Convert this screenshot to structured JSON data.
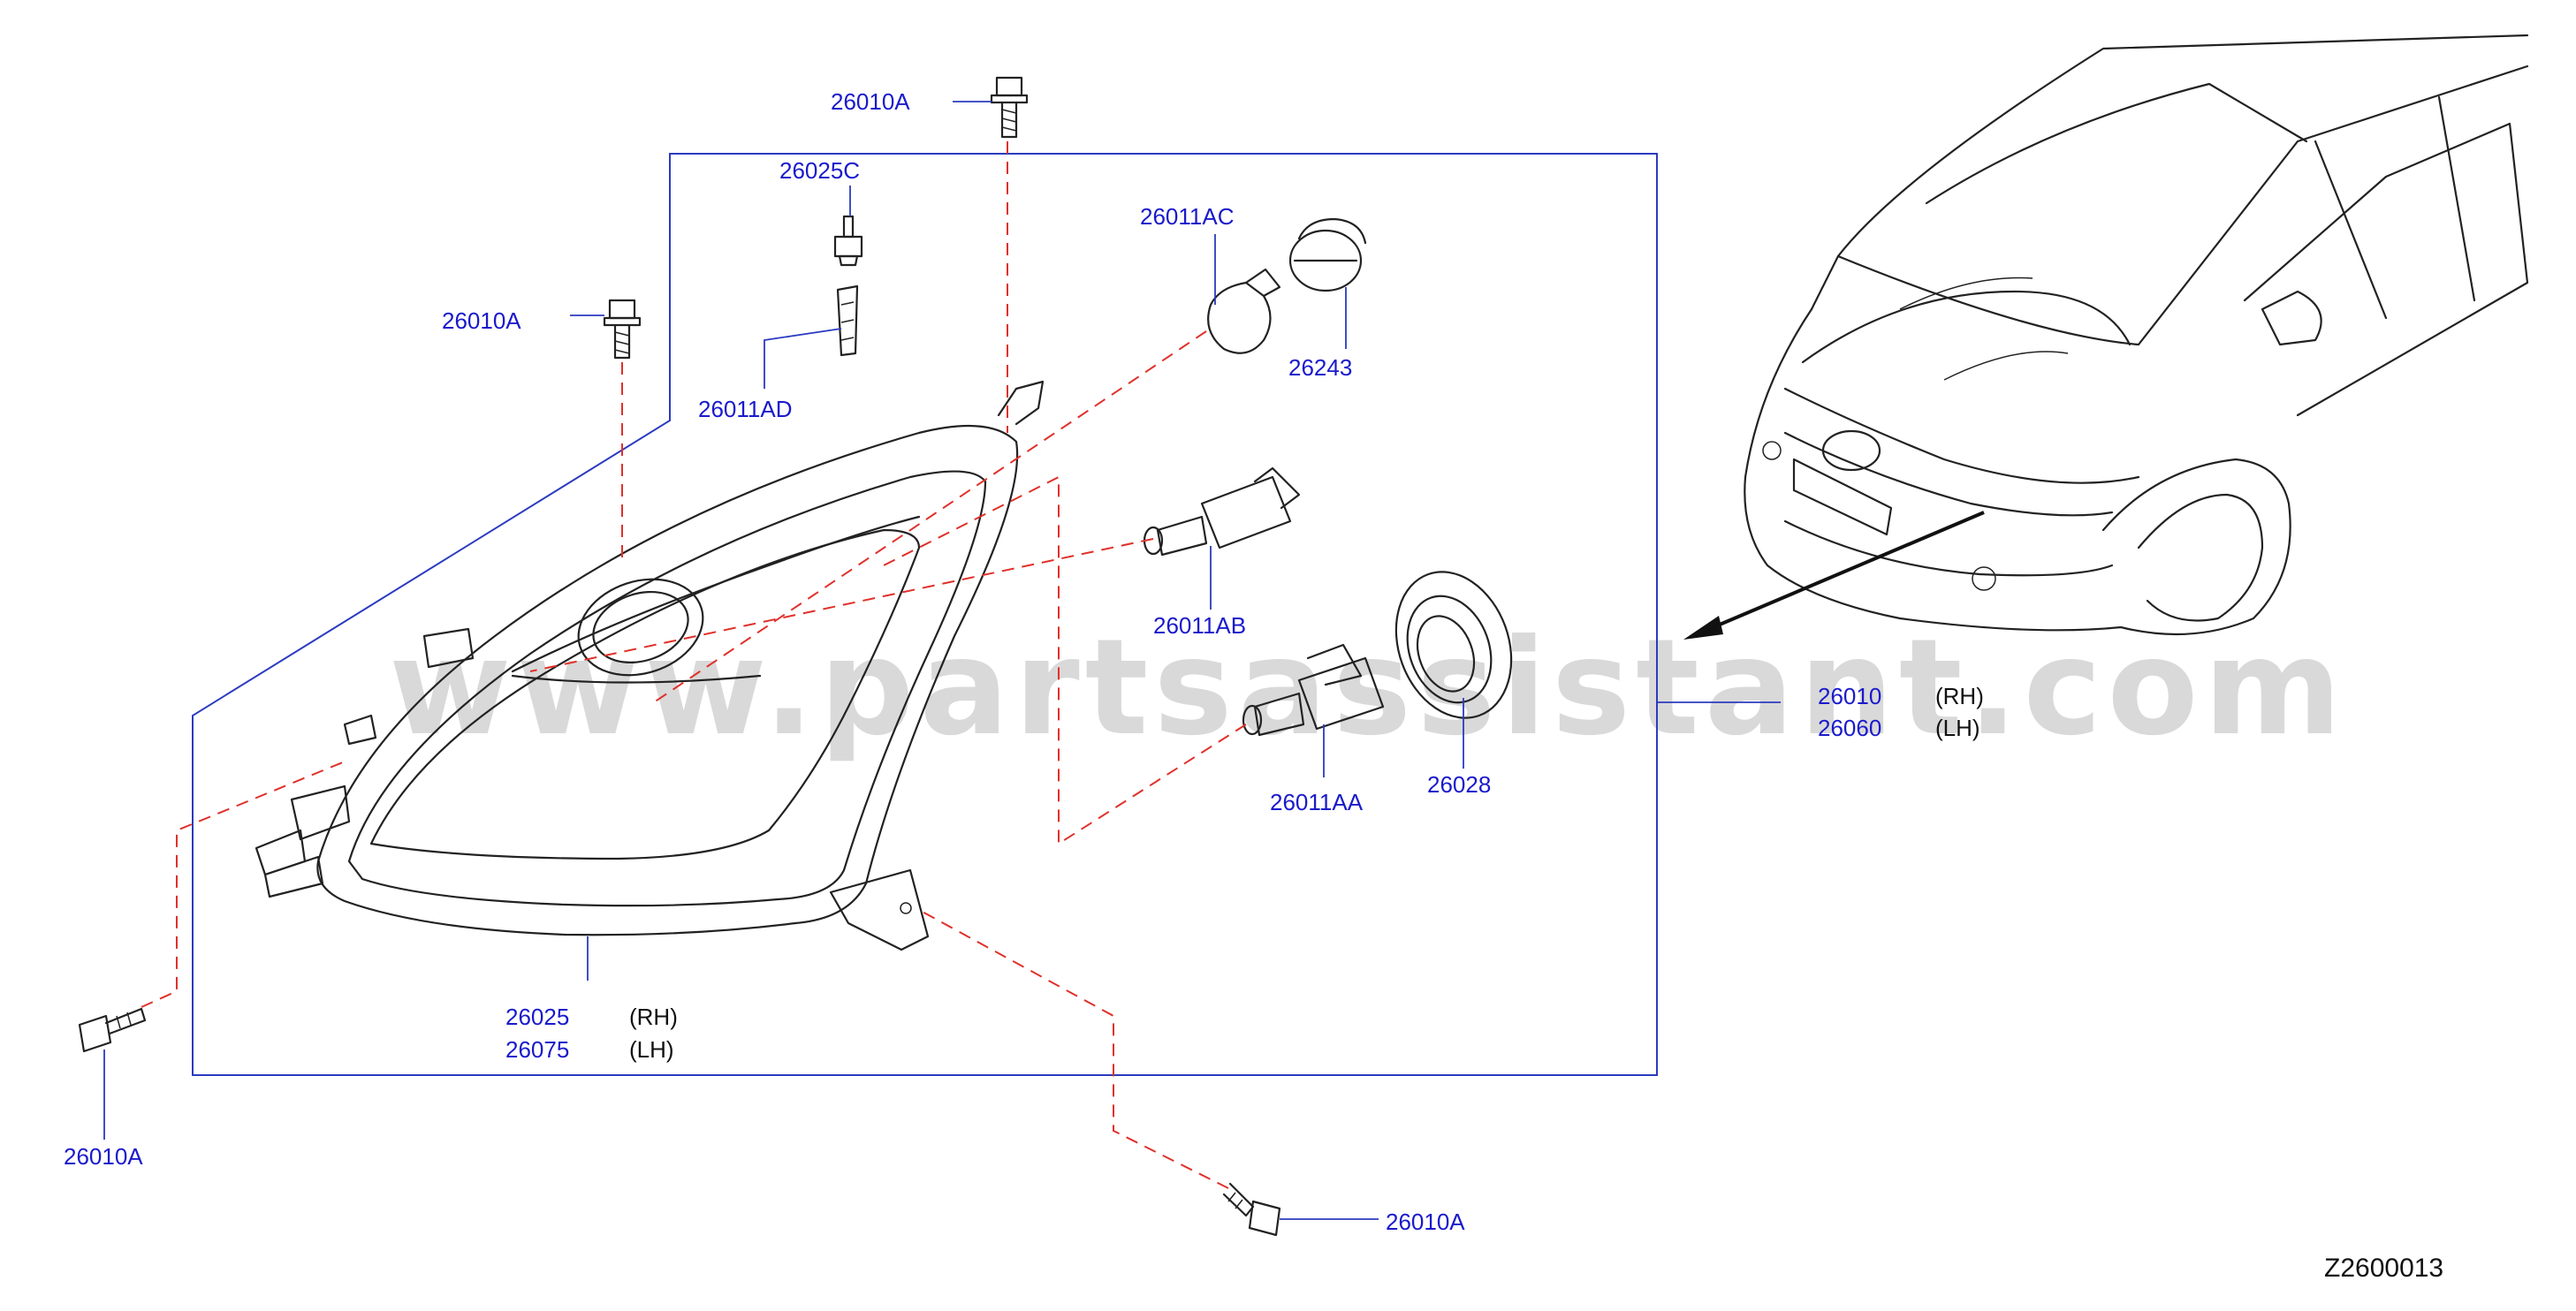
{
  "watermark": "www.partsassistant.com",
  "diagram_code": "Z2600013",
  "labels": {
    "bolt_top": "26010A",
    "bolt_upper_left": "26010A",
    "bolt_lower_left": "26010A",
    "bolt_bottom": "26010A",
    "socket_26025c": "26025C",
    "bulb_26011ad": "26011AD",
    "bulb_26011ac": "26011AC",
    "socket_26243": "26243",
    "bulb_26011ab": "26011AB",
    "bulb_26011aa": "26011AA",
    "seal_26028": "26028",
    "assembly_rh": "26010",
    "assembly_rh_side": "(RH)",
    "assembly_lh": "26060",
    "assembly_lh_side": "(LH)",
    "housing_rh": "26025",
    "housing_rh_side": "(RH)",
    "housing_lh": "26075",
    "housing_lh_side": "(LH)"
  },
  "colors": {
    "label": "#1a1acc",
    "leader": "#2b3bbf",
    "dash": "#e0302a",
    "line": "#222222",
    "watermark": "#d9d9d9"
  }
}
